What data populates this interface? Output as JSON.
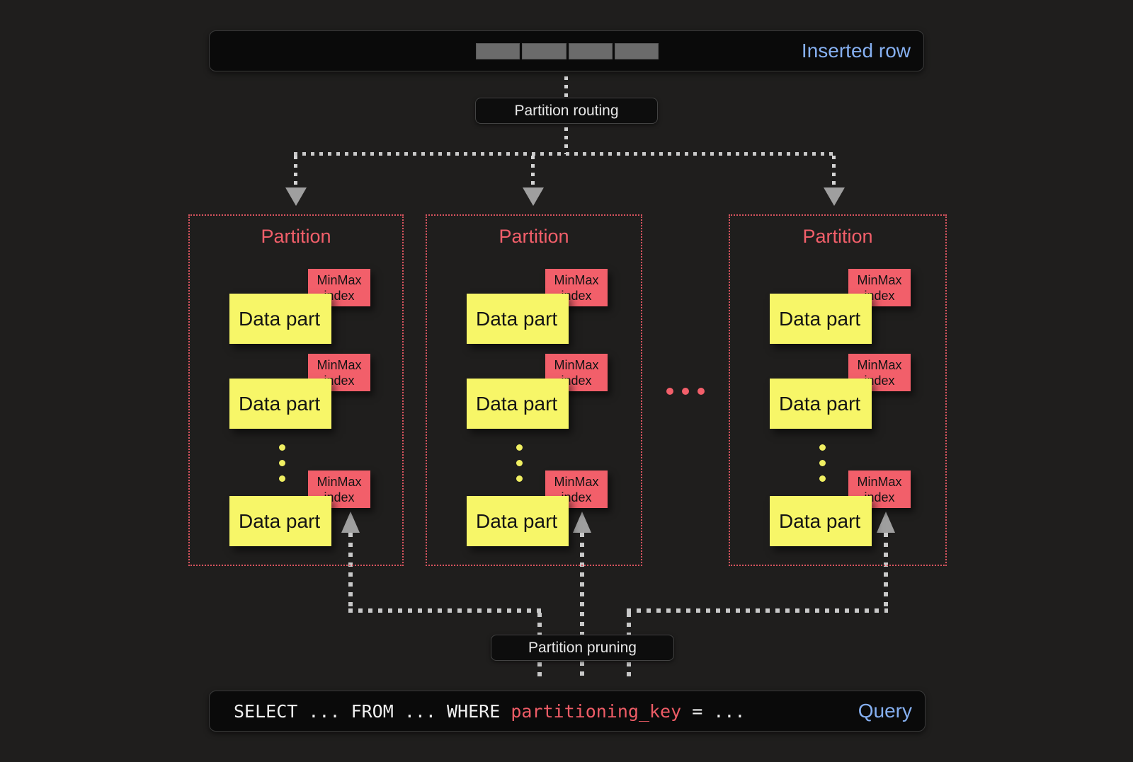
{
  "colors": {
    "background": "#1f1e1d",
    "panel": "#0a0a0a",
    "accent_salmon": "#f25f6a",
    "accent_yellow": "#f7f668",
    "accent_blue": "#86b0f1",
    "arrow_grey": "#9f9f9f",
    "sql_key_red": "#ee5c66"
  },
  "inserted_row": {
    "label": "Inserted row",
    "cell_count": 4
  },
  "labels": {
    "routing": "Partition routing",
    "pruning": "Partition pruning"
  },
  "partitions": [
    {
      "title": "Partition",
      "data_parts": [
        {
          "label": "Data part",
          "index_label": "MinMax index"
        },
        {
          "label": "Data part",
          "index_label": "MinMax index"
        },
        {
          "label": "Data part",
          "index_label": "MinMax index"
        }
      ]
    },
    {
      "title": "Partition",
      "data_parts": [
        {
          "label": "Data part",
          "index_label": "MinMax index"
        },
        {
          "label": "Data part",
          "index_label": "MinMax index"
        },
        {
          "label": "Data part",
          "index_label": "MinMax index"
        }
      ]
    },
    {
      "title": "Partition",
      "data_parts": [
        {
          "label": "Data part",
          "index_label": "MinMax index"
        },
        {
          "label": "Data part",
          "index_label": "MinMax index"
        },
        {
          "label": "Data part",
          "index_label": "MinMax index"
        }
      ]
    }
  ],
  "query": {
    "sql_prefix": "SELECT ... FROM ... WHERE ",
    "sql_key": "partitioning_key",
    "sql_suffix": " = ...",
    "label": "Query"
  }
}
